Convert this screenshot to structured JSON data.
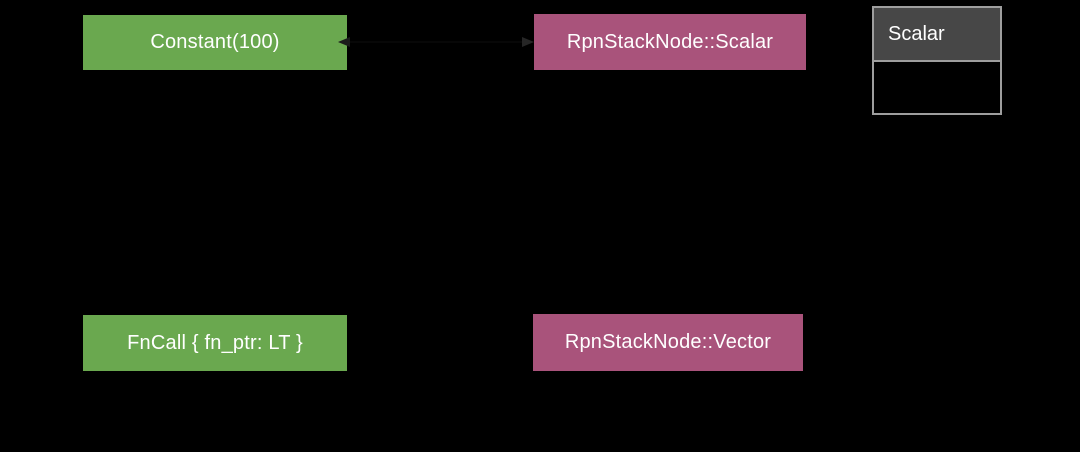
{
  "diagram": {
    "background_color": "#000000",
    "text_color": "#ffffff",
    "nodes": {
      "constant": {
        "label": "Constant(100)",
        "color": "#6aa84f"
      },
      "rpn_scalar": {
        "label": "RpnStackNode::Scalar",
        "color": "#a9537b"
      },
      "fncall": {
        "label": "FnCall { fn_ptr: LT }",
        "color": "#6aa84f"
      },
      "rpn_vector": {
        "label": "RpnStackNode::Vector",
        "color": "#a9537b"
      }
    },
    "scalar_table": {
      "header": "Scalar",
      "cell": "",
      "header_bg": "#474747",
      "border_color": "#9e9e9e"
    },
    "edges": [
      {
        "between": [
          "constant",
          "rpn_scalar"
        ],
        "arrowheads": "both",
        "line_color": "#070707",
        "arrowhead_into_constant_color": "#1b1b1b",
        "arrowhead_into_rpn_scalar_color": "#262626"
      }
    ]
  }
}
